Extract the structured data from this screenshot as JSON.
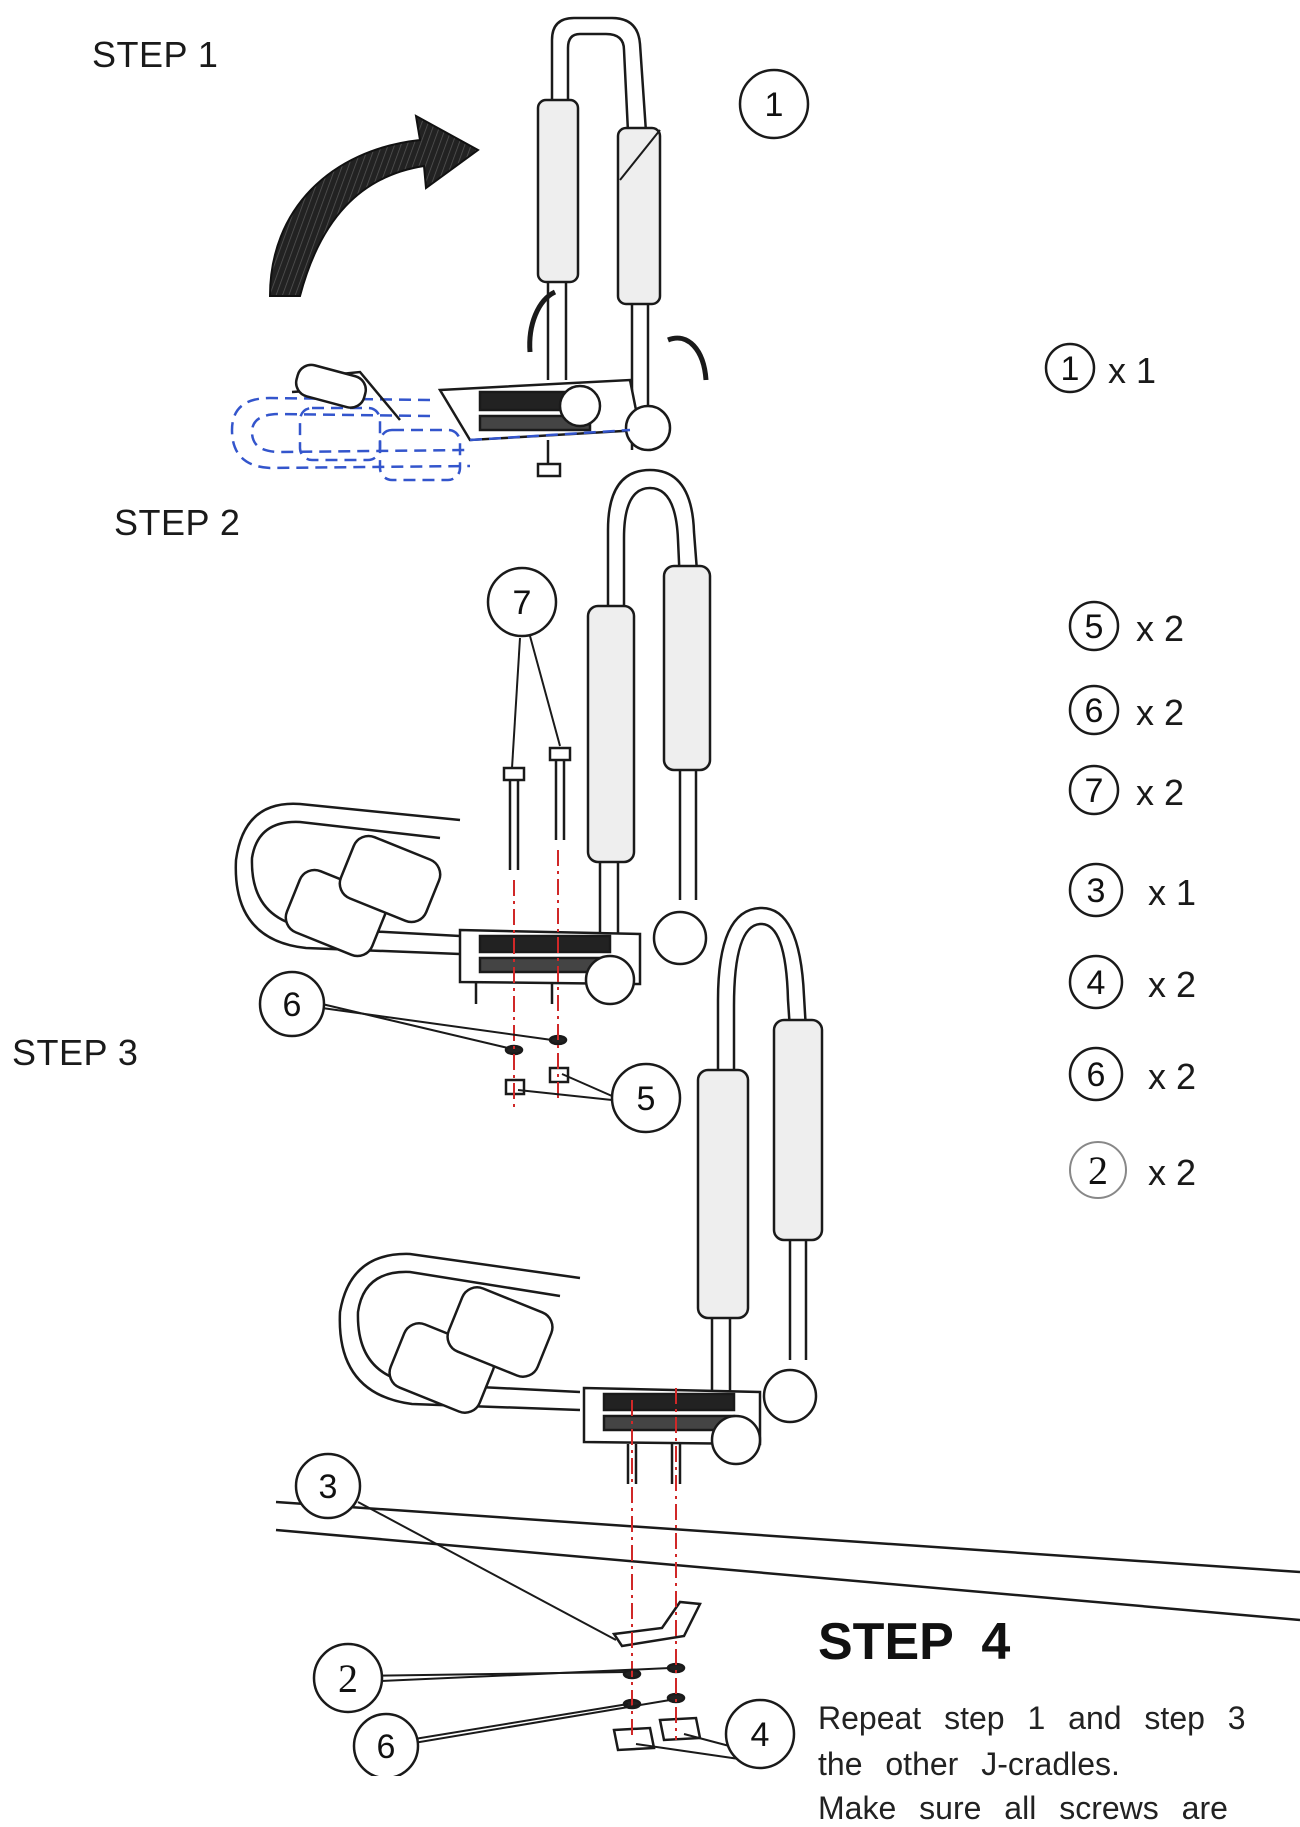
{
  "steps": {
    "step1": "STEP 1",
    "step2": "STEP 2",
    "step3": "STEP 3",
    "step4": "STEP  4"
  },
  "instructions": {
    "line1": "Repeat  step  1  and  step  3",
    "line2": "the  other  J-cradles.",
    "line3": "Make  sure  all  screws  are"
  },
  "callouts": {
    "c1": "1",
    "c7": "7",
    "c6a": "6",
    "c5": "5",
    "c3": "3",
    "c2": "2",
    "c6b": "6",
    "c4": "4"
  },
  "parts": [
    {
      "num": "1",
      "qty": "x 1"
    },
    {
      "num": "5",
      "qty": "x 2"
    },
    {
      "num": "6",
      "qty": "x 2"
    },
    {
      "num": "7",
      "qty": "x 2"
    },
    {
      "num": "3",
      "qty": "x 1"
    },
    {
      "num": "4",
      "qty": "x 2"
    },
    {
      "num": "6",
      "qty": "x 2"
    },
    {
      "num": "2",
      "qty": "x 2"
    }
  ],
  "colors": {
    "line": "#1a1a1a",
    "hidden": "#3355cc",
    "center": "#d02828",
    "foam": "#eeeeee"
  }
}
